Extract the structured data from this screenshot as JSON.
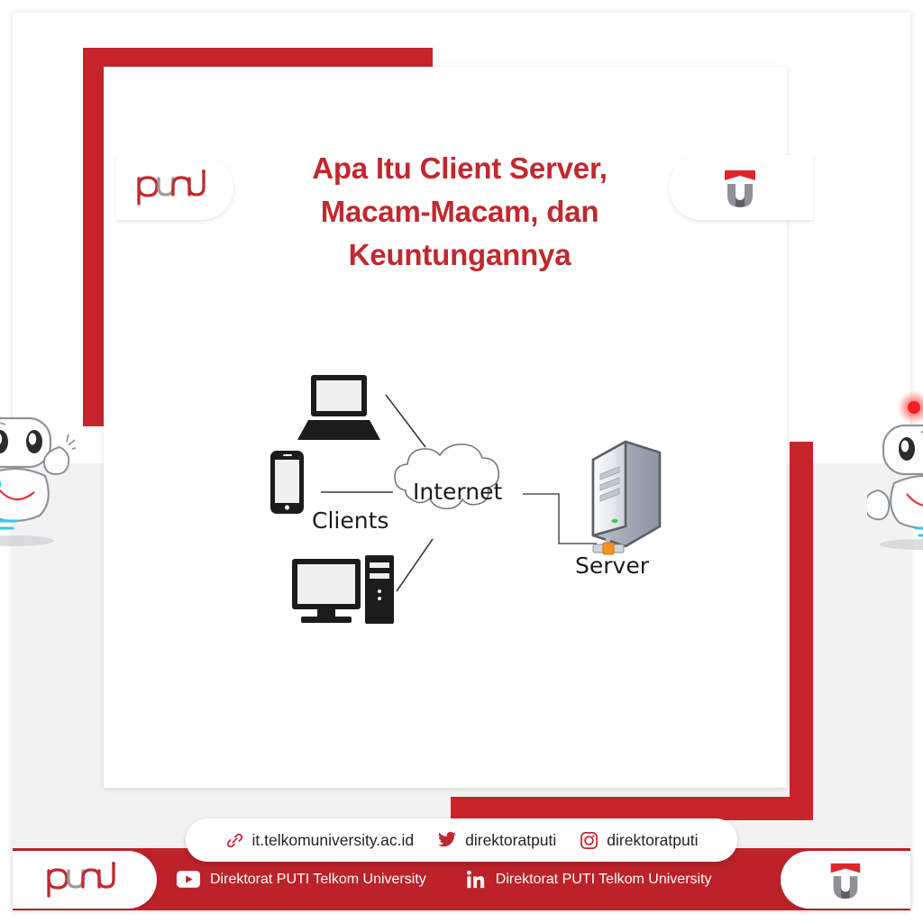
{
  "brand": {
    "accent_red": "#c1282f",
    "bar_red": "#bc2229",
    "bracket_red": "#c8242c",
    "logo_left_name": "puti",
    "logo_right_name": "telkom-university-u"
  },
  "header": {
    "title_lines": [
      "Apa Itu Client Server,",
      "Macam-Macam, dan",
      "Keuntungannya"
    ],
    "logo_left_alt": "PUTI",
    "logo_right_alt": "Telkom University"
  },
  "diagram": {
    "type": "network-topology",
    "clients_label": "Clients",
    "internet_label": "Internet",
    "server_label": "Server",
    "client_devices": [
      "laptop",
      "smartphone",
      "desktop-pc"
    ],
    "server_device": "tower-server"
  },
  "social": {
    "items": [
      {
        "icon": "link-icon",
        "text": "it.telkomuniversity.ac.id"
      },
      {
        "icon": "twitter-icon",
        "text": "direktoratputi"
      },
      {
        "icon": "instagram-icon",
        "text": "direktoratputi"
      }
    ]
  },
  "footer": {
    "items": [
      {
        "icon": "youtube-icon",
        "text": "Direktorat PUTI Telkom University"
      },
      {
        "icon": "linkedin-icon",
        "text": "Direktorat PUTI Telkom University"
      }
    ],
    "logo_left_alt": "PUTI",
    "logo_right_alt": "Telkom University"
  },
  "decor": {
    "robot_left_alt": "robot-mascot-left",
    "robot_right_alt": "robot-mascot-right"
  }
}
